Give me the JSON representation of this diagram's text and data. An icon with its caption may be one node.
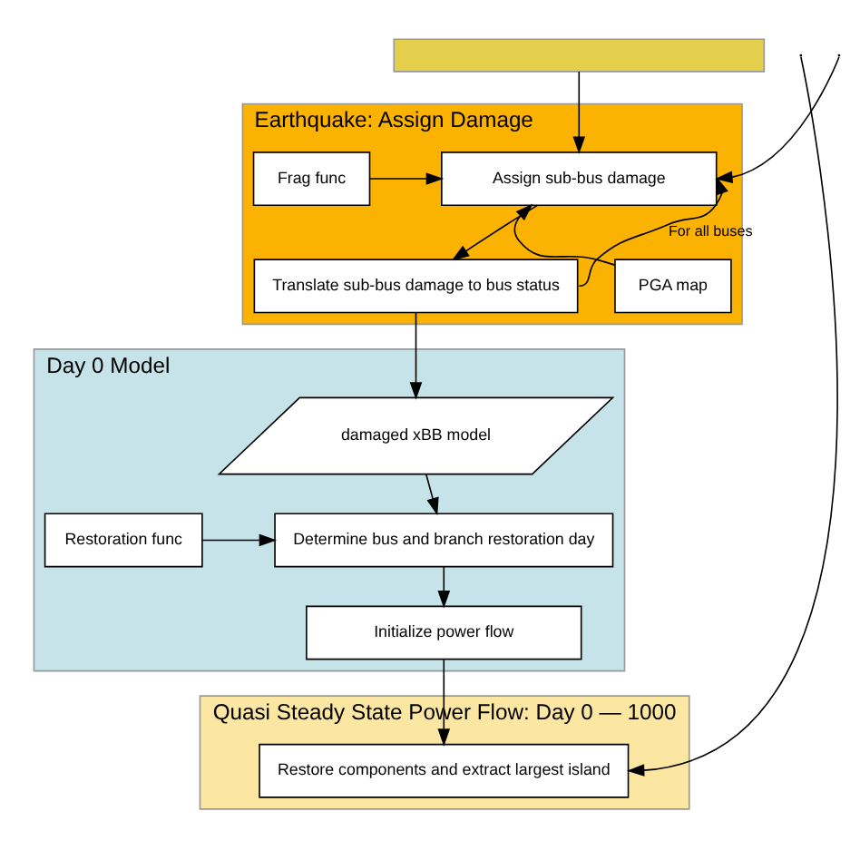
{
  "diagram": {
    "nodes": [
      {
        "text": [],
        "shape": "box"
      },
      {
        "text": [
          "Earthquake: Assign Damage"
        ]
      },
      {
        "text": [
          "Frag func"
        ],
        "in": 1
      },
      {
        "text": [
          "Assign sub-bus damage"
        ],
        "in": 1
      },
      {
        "text": [
          "PGA map"
        ],
        "in": 1
      },
      {
        "text": [
          "Translate sub-bus damage to bus status"
        ],
        "in": 1
      },
      {
        "text": [
          "Day 0 Model"
        ]
      },
      {
        "text": [
          "damaged xBB model"
        ],
        "in": 6
      },
      {
        "text": [
          "Restoration func"
        ],
        "in": 6
      },
      {
        "text": [
          "Determine bus and branch restoration day"
        ],
        "in": 6
      },
      {
        "text": [
          "Initialize power flow"
        ],
        "in": 6
      },
      {
        "text": [
          "Quasi Steady State Power Flow: Day 0 — 1000"
        ]
      },
      {
        "text": [
          "Restore components and extract largest island"
        ],
        "in": 11
      }
    ],
    "edges": [
      {
        "from": 0,
        "to": 3,
        "arrow": "to"
      },
      {
        "from": 2,
        "to": 3,
        "arrow": "to"
      },
      {
        "from": 4,
        "to": 3,
        "arrow": "to"
      },
      {
        "from": 3,
        "to": 5,
        "arrow": "to"
      },
      {
        "from": 5,
        "to": 3,
        "arrow": "to",
        "label": "For all buses"
      },
      {
        "from": null,
        "to": 3,
        "arrow": "to"
      },
      {
        "from": 5,
        "to": 7,
        "arrow": "to"
      },
      {
        "from": 7,
        "to": 9,
        "arrow": "to"
      },
      {
        "from": 8,
        "to": 9,
        "arrow": "to"
      },
      {
        "from": 9,
        "to": 10,
        "arrow": "to"
      },
      {
        "from": 10,
        "to": 12,
        "arrow": "to"
      },
      {
        "from": null,
        "to": 12,
        "arrow": "to"
      }
    ]
  }
}
